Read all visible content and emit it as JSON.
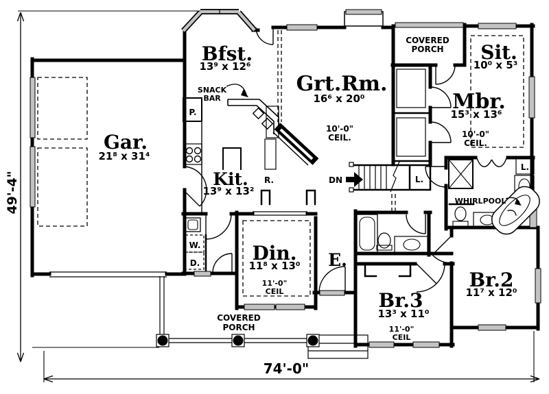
{
  "rooms": {
    "garage": {
      "name": "Gar.",
      "dims": "21⁸ x 31⁴"
    },
    "breakfast": {
      "name": "Bfst.",
      "dims": "13⁹ x 12⁶"
    },
    "kitchen": {
      "name": "Kit.",
      "dims": "13⁹ x 13²"
    },
    "great_room": {
      "name": "Grt.Rm.",
      "dims": "16⁶ x 20⁰",
      "ceil1": "10'-0\"",
      "ceil2": "CEIL."
    },
    "sitting": {
      "name": "Sit.",
      "dims": "10⁰ x 5³"
    },
    "master": {
      "name": "Mbr.",
      "dims": "15³ x 13⁶",
      "ceil1": "10'-0\"",
      "ceil2": "CEIL."
    },
    "dining": {
      "name": "Din.",
      "dims": "11⁸ x 13⁰",
      "ceil1": "11'-0\"",
      "ceil2": "CEIL"
    },
    "bedroom3": {
      "name": "Br.3",
      "dims": "13³ x 11⁰",
      "ceil1": "11'-0\"",
      "ceil2": "CEIL"
    },
    "bedroom2": {
      "name": "Br.2",
      "dims": "11⁷ x 12⁰"
    },
    "entry": {
      "name": "E."
    }
  },
  "labels": {
    "porch_top_1": "COVERED",
    "porch_top_2": "PORCH",
    "porch_bottom_1": "COVERED",
    "porch_bottom_2": "PORCH",
    "snack_bar_1": "SNACK",
    "snack_bar_2": "BAR",
    "whirlpool": "WHIRLPOOL",
    "down": "DN",
    "pantry": "P.",
    "refrigerator": "R.",
    "linen_hall": "L.",
    "linen_bath": "L.",
    "washer": "W.",
    "dryer": "D."
  },
  "dimensions": {
    "overall_width": "74'-0\"",
    "overall_height": "49'-4\""
  },
  "colors": {
    "ink": "#000000",
    "paper": "#ffffff",
    "window_fill": "#c3c3c3"
  }
}
